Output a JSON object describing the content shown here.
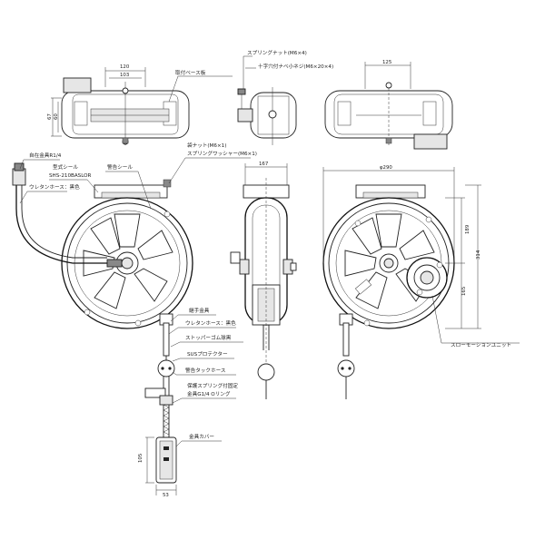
{
  "labels": {
    "spring_nut": "スプリングナット(M6×4)",
    "cross_screw": "十字穴付ナベ小ネジ(M6×20×4)",
    "mount_base": "取付ベース板",
    "cap_nut": "袋ナット(M6×1)",
    "spring_washer": "スプリングワッシャー(M6×1)",
    "swivel_fitting": "自在金具R1/4",
    "model_seal": "型式シール",
    "model_number": "SHS-210BASLOR",
    "urethane_hose_top": "ウレタンホース：黒色",
    "warning_seal": "警告シール",
    "hand_fitting": "継手金具",
    "urethane_hose_bottom": "ウレタンホース：黒色",
    "stopper_rubber": "ストッパーゴム球黒",
    "sus_protector": "SUSプロテクター",
    "warning_tack": "警告タックホース",
    "spring_fixed": "保護スプリング付固定",
    "fitting_oring": "金具G1/4 Oリング",
    "fitting_cover": "金具カバー",
    "slow_motion_unit": "スローモーションユニット"
  },
  "dimensions": {
    "d120": "120",
    "d103": "103",
    "d67": "67",
    "d60": "60",
    "d125": "125",
    "d167": "167",
    "phi290": "φ290",
    "d189": "189",
    "d314": "314",
    "d165": "165",
    "d105": "105",
    "d53": "53"
  }
}
